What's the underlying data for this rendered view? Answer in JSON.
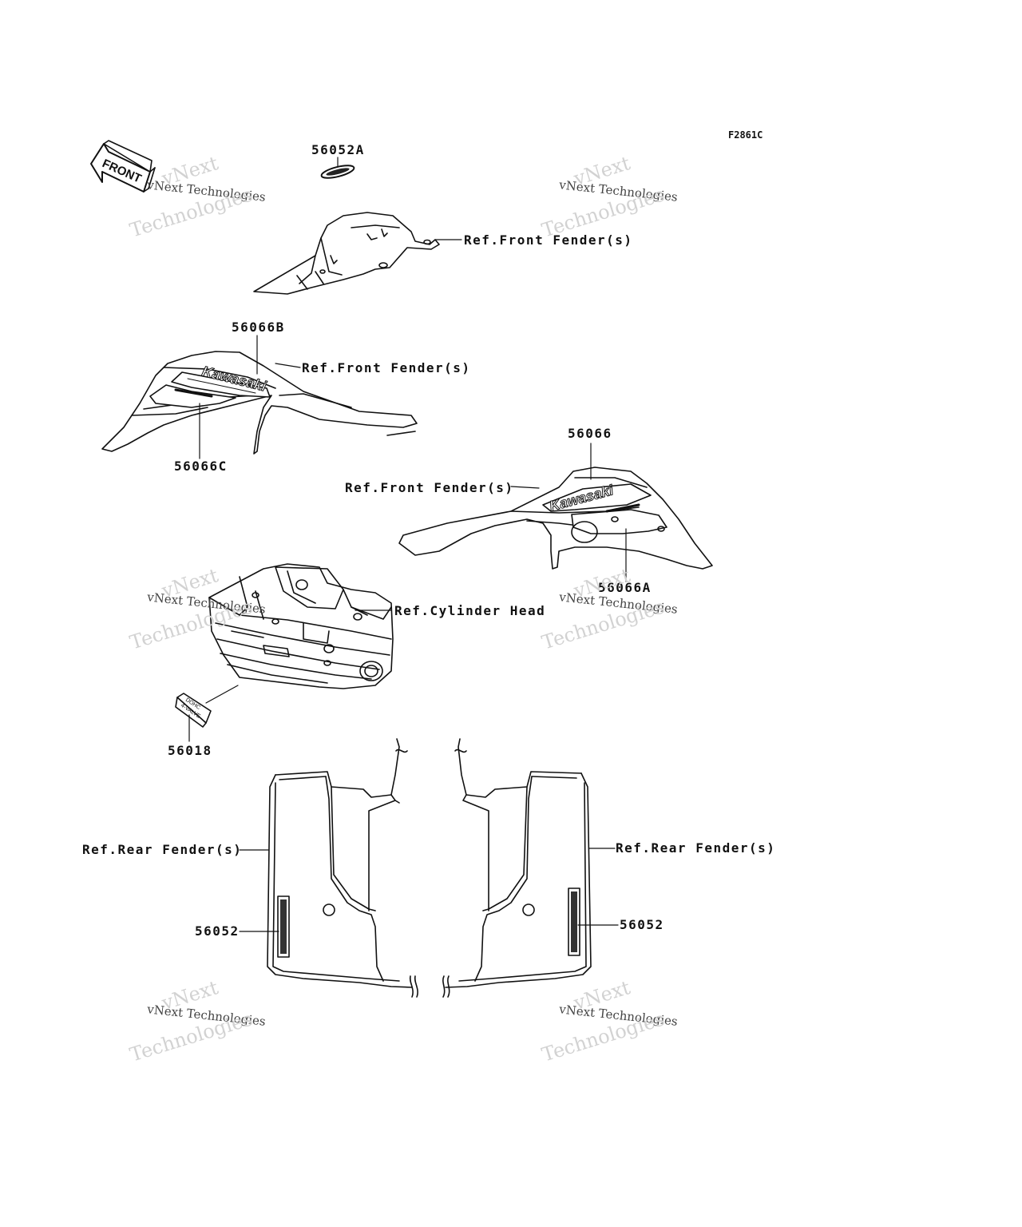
{
  "figure_id": "F2861C",
  "front_arrow_text": "FRONT",
  "watermark": {
    "line1": "vNext",
    "line2": "vNext Technologies",
    "line3": "Technologies"
  },
  "callouts": {
    "p56052A": "56052A",
    "ref_front_fender_1": "Ref.Front Fender(s)",
    "p56066B": "56066B",
    "ref_front_fender_2": "Ref.Front Fender(s)",
    "p56066C": "56066C",
    "p56066": "56066",
    "ref_front_fender_3": "Ref.Front Fender(s)",
    "p56066A": "56066A",
    "ref_cylinder_head": "Ref.Cylinder Head",
    "p56018": "56018",
    "ref_rear_fender_left": "Ref.Rear Fender(s)",
    "ref_rear_fender_right": "Ref.Rear Fender(s)",
    "p56052_left": "56052",
    "p56052_right": "56052"
  },
  "decal_text": {
    "brand": "Kawasaki",
    "engine_line1": "DOHC",
    "engine_line2": "4-VALVE"
  }
}
